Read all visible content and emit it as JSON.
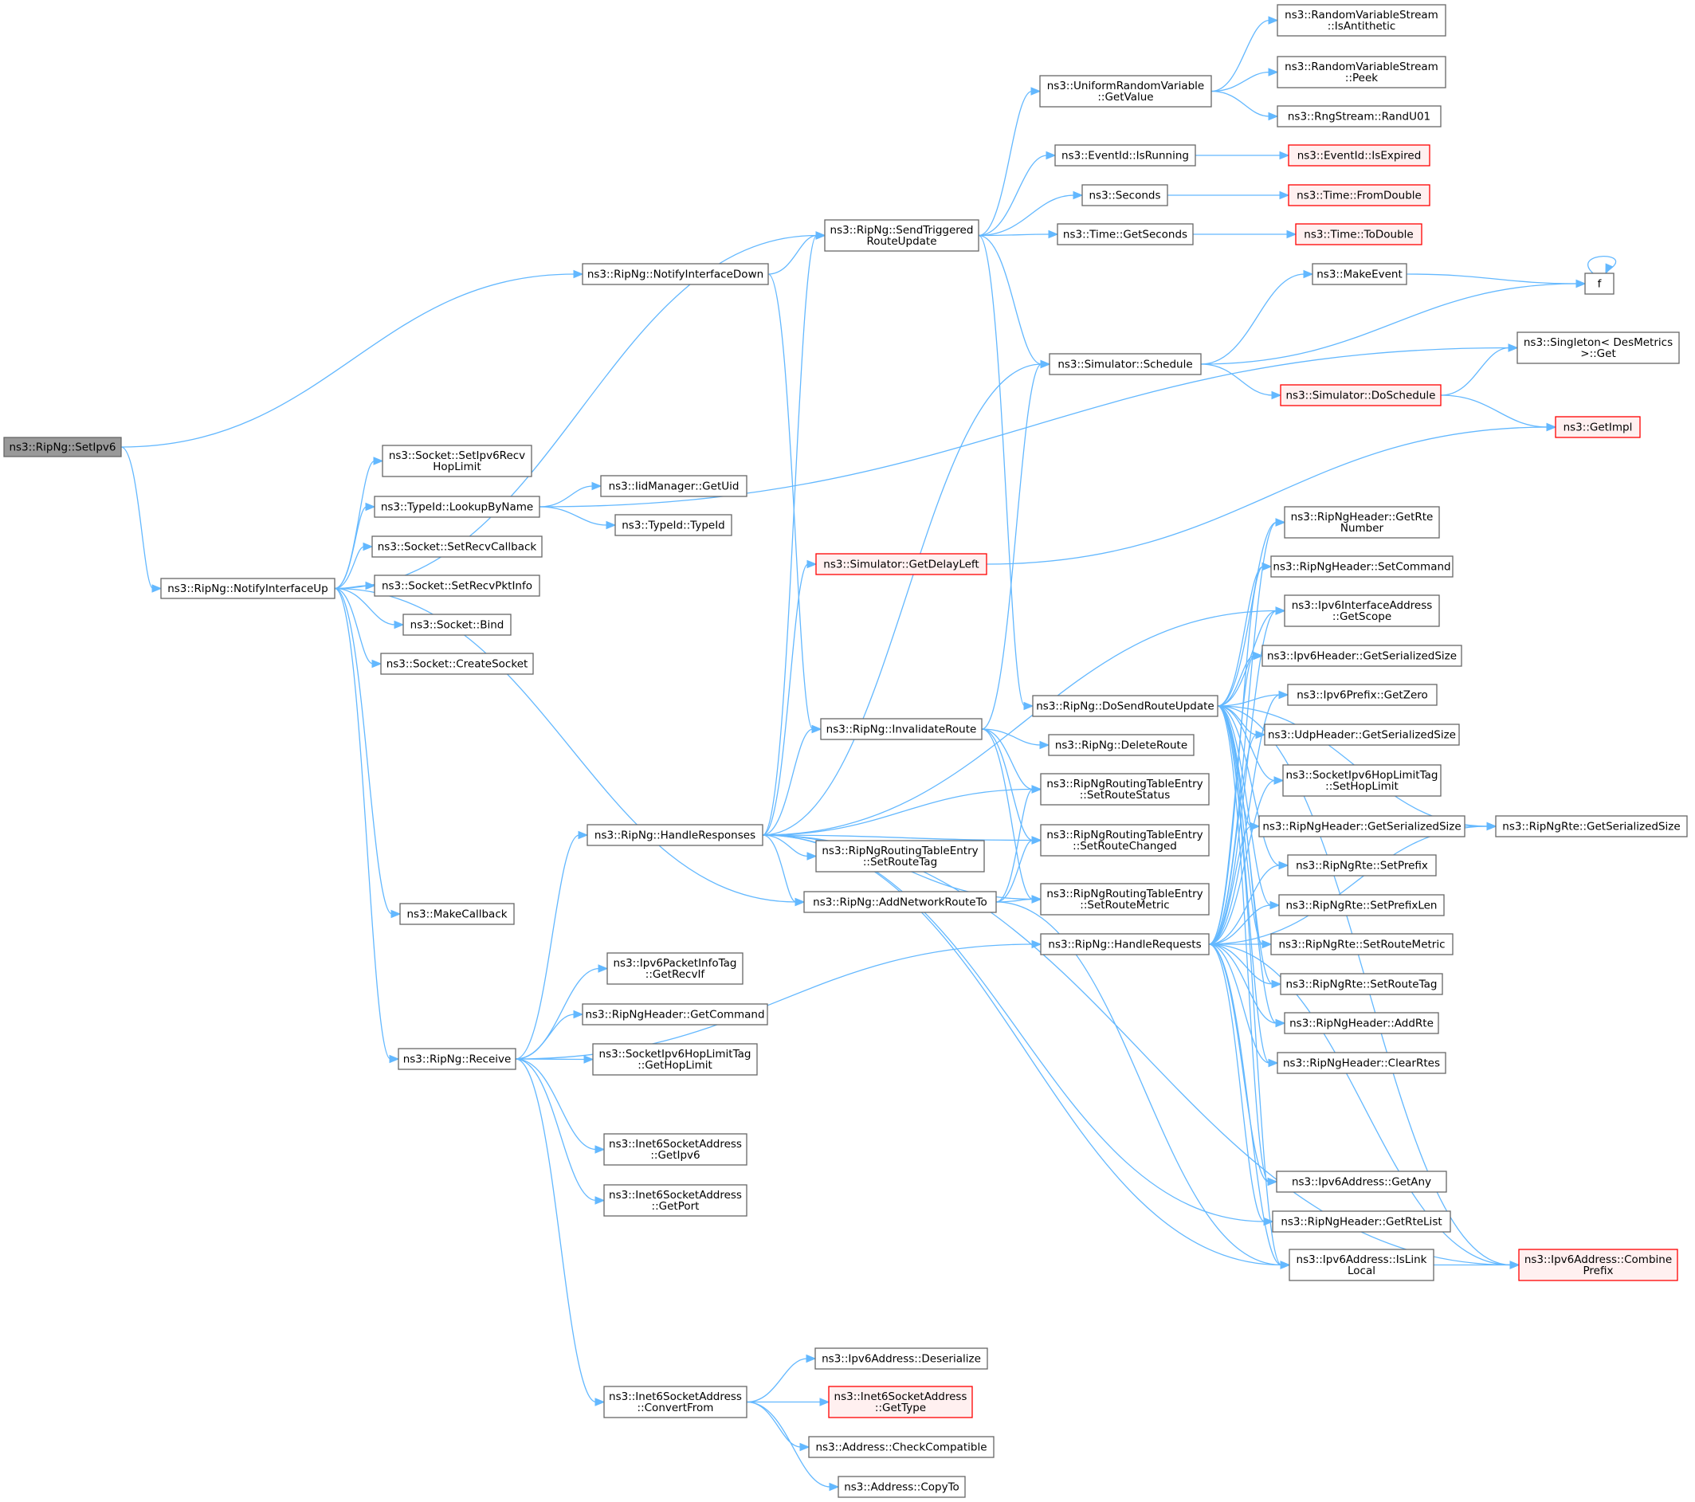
{
  "colors": {
    "edge": "#63b8ff",
    "node_border": "#666666",
    "root_fill": "#999999",
    "truncated_border": "#ff0000",
    "truncated_fill": "#fff0f0"
  },
  "nodes": [
    {
      "id": "setipv6",
      "lines": [
        "ns3::RipNg::SetIpv6"
      ],
      "kind": "root"
    },
    {
      "id": "notifyUp",
      "lines": [
        "ns3::RipNg::NotifyInterfaceUp"
      ]
    },
    {
      "id": "notifyDown",
      "lines": [
        "ns3::RipNg::NotifyInterfaceDown"
      ]
    },
    {
      "id": "sendTrig",
      "lines": [
        "ns3::RipNg::SendTriggered",
        "RouteUpdate"
      ]
    },
    {
      "id": "uniGetValue",
      "lines": [
        "ns3::UniformRandomVariable",
        "::GetValue"
      ]
    },
    {
      "id": "isAnti",
      "lines": [
        "ns3::RandomVariableStream",
        "::IsAntithetic"
      ]
    },
    {
      "id": "peek",
      "lines": [
        "ns3::RandomVariableStream",
        "::Peek"
      ]
    },
    {
      "id": "randU01",
      "lines": [
        "ns3::RngStream::RandU01"
      ]
    },
    {
      "id": "isRunning",
      "lines": [
        "ns3::EventId::IsRunning"
      ]
    },
    {
      "id": "isExpired",
      "lines": [
        "ns3::EventId::IsExpired"
      ],
      "kind": "trunc"
    },
    {
      "id": "seconds",
      "lines": [
        "ns3::Seconds"
      ]
    },
    {
      "id": "fromDouble",
      "lines": [
        "ns3::Time::FromDouble"
      ],
      "kind": "trunc"
    },
    {
      "id": "getSeconds",
      "lines": [
        "ns3::Time::GetSeconds"
      ]
    },
    {
      "id": "toDouble",
      "lines": [
        "ns3::Time::ToDouble"
      ],
      "kind": "trunc"
    },
    {
      "id": "makeEvent",
      "lines": [
        "ns3::MakeEvent"
      ]
    },
    {
      "id": "f",
      "lines": [
        "f"
      ]
    },
    {
      "id": "schedule",
      "lines": [
        "ns3::Simulator::Schedule"
      ]
    },
    {
      "id": "singleton",
      "lines": [
        "ns3::Singleton< DesMetrics",
        ">::Get"
      ]
    },
    {
      "id": "doSchedule",
      "lines": [
        "ns3::Simulator::DoSchedule"
      ],
      "kind": "trunc"
    },
    {
      "id": "getImpl",
      "lines": [
        "ns3::GetImpl"
      ],
      "kind": "trunc"
    },
    {
      "id": "setHopLimitRecv",
      "lines": [
        "ns3::Socket::SetIpv6Recv",
        "HopLimit"
      ]
    },
    {
      "id": "lookupByName",
      "lines": [
        "ns3::TypeId::LookupByName"
      ]
    },
    {
      "id": "getUid",
      "lines": [
        "ns3::IidManager::GetUid"
      ]
    },
    {
      "id": "typeId",
      "lines": [
        "ns3::TypeId::TypeId"
      ]
    },
    {
      "id": "setRecvCallback",
      "lines": [
        "ns3::Socket::SetRecvCallback"
      ]
    },
    {
      "id": "setRecvPktInfo",
      "lines": [
        "ns3::Socket::SetRecvPktInfo"
      ]
    },
    {
      "id": "bind",
      "lines": [
        "ns3::Socket::Bind"
      ]
    },
    {
      "id": "createSocket",
      "lines": [
        "ns3::Socket::CreateSocket"
      ]
    },
    {
      "id": "makeCallback",
      "lines": [
        "ns3::MakeCallback"
      ]
    },
    {
      "id": "getDelayLeft",
      "lines": [
        "ns3::Simulator::GetDelayLeft"
      ],
      "kind": "trunc"
    },
    {
      "id": "getRteNumber",
      "lines": [
        "ns3::RipNgHeader::GetRte",
        "Number"
      ]
    },
    {
      "id": "setCommand",
      "lines": [
        "ns3::RipNgHeader::SetCommand"
      ]
    },
    {
      "id": "getScope",
      "lines": [
        "ns3::Ipv6InterfaceAddress",
        "::GetScope"
      ]
    },
    {
      "id": "ipv6HdrSize",
      "lines": [
        "ns3::Ipv6Header::GetSerializedSize"
      ]
    },
    {
      "id": "doSend",
      "lines": [
        "ns3::RipNg::DoSendRouteUpdate"
      ]
    },
    {
      "id": "getZero",
      "lines": [
        "ns3::Ipv6Prefix::GetZero"
      ]
    },
    {
      "id": "invalidate",
      "lines": [
        "ns3::RipNg::InvalidateRoute"
      ]
    },
    {
      "id": "deleteRoute",
      "lines": [
        "ns3::RipNg::DeleteRoute"
      ]
    },
    {
      "id": "udpHdrSize",
      "lines": [
        "ns3::UdpHeader::GetSerializedSize"
      ]
    },
    {
      "id": "setRouteStatus",
      "lines": [
        "ns3::RipNgRoutingTableEntry",
        "::SetRouteStatus"
      ]
    },
    {
      "id": "setHopLimit",
      "lines": [
        "ns3::SocketIpv6HopLimitTag",
        "::SetHopLimit"
      ]
    },
    {
      "id": "handleResp",
      "lines": [
        "ns3::RipNg::HandleResponses"
      ]
    },
    {
      "id": "setRouteChanged",
      "lines": [
        "ns3::RipNgRoutingTableEntry",
        "::SetRouteChanged"
      ]
    },
    {
      "id": "ripHdrSize",
      "lines": [
        "ns3::RipNgHeader::GetSerializedSize"
      ]
    },
    {
      "id": "rteSize",
      "lines": [
        "ns3::RipNgRte::GetSerializedSize"
      ]
    },
    {
      "id": "setRouteTagEntry",
      "lines": [
        "ns3::RipNgRoutingTableEntry",
        "::SetRouteTag"
      ]
    },
    {
      "id": "setPrefix",
      "lines": [
        "ns3::RipNgRte::SetPrefix"
      ]
    },
    {
      "id": "addNetwork",
      "lines": [
        "ns3::RipNg::AddNetworkRouteTo"
      ]
    },
    {
      "id": "setRouteMetricEntry",
      "lines": [
        "ns3::RipNgRoutingTableEntry",
        "::SetRouteMetric"
      ]
    },
    {
      "id": "setPrefixLen",
      "lines": [
        "ns3::RipNgRte::SetPrefixLen"
      ]
    },
    {
      "id": "handleReq",
      "lines": [
        "ns3::RipNg::HandleRequests"
      ]
    },
    {
      "id": "rteSetRouteMetric",
      "lines": [
        "ns3::RipNgRte::SetRouteMetric"
      ]
    },
    {
      "id": "getRecvIf",
      "lines": [
        "ns3::Ipv6PacketInfoTag",
        "::GetRecvIf"
      ]
    },
    {
      "id": "rteSetRouteTag",
      "lines": [
        "ns3::RipNgRte::SetRouteTag"
      ]
    },
    {
      "id": "getCommand",
      "lines": [
        "ns3::RipNgHeader::GetCommand"
      ]
    },
    {
      "id": "addRte",
      "lines": [
        "ns3::RipNgHeader::AddRte"
      ]
    },
    {
      "id": "receive",
      "lines": [
        "ns3::RipNg::Receive"
      ]
    },
    {
      "id": "getHopLimit",
      "lines": [
        "ns3::SocketIpv6HopLimitTag",
        "::GetHopLimit"
      ]
    },
    {
      "id": "clearRtes",
      "lines": [
        "ns3::RipNgHeader::ClearRtes"
      ]
    },
    {
      "id": "inetGetIpv6",
      "lines": [
        "ns3::Inet6SocketAddress",
        "::GetIpv6"
      ]
    },
    {
      "id": "getAny",
      "lines": [
        "ns3::Ipv6Address::GetAny"
      ]
    },
    {
      "id": "inetGetPort",
      "lines": [
        "ns3::Inet6SocketAddress",
        "::GetPort"
      ]
    },
    {
      "id": "getRteList",
      "lines": [
        "ns3::RipNgHeader::GetRteList"
      ]
    },
    {
      "id": "isLinkLocal",
      "lines": [
        "ns3::Ipv6Address::IsLink",
        "Local"
      ]
    },
    {
      "id": "combinePrefix",
      "lines": [
        "ns3::Ipv6Address::Combine",
        "Prefix"
      ],
      "kind": "trunc"
    },
    {
      "id": "deserialize",
      "lines": [
        "ns3::Ipv6Address::Deserialize"
      ]
    },
    {
      "id": "convertFrom",
      "lines": [
        "ns3::Inet6SocketAddress",
        "::ConvertFrom"
      ]
    },
    {
      "id": "inetGetType",
      "lines": [
        "ns3::Inet6SocketAddress",
        "::GetType"
      ],
      "kind": "trunc"
    },
    {
      "id": "checkCompat",
      "lines": [
        "ns3::Address::CheckCompatible"
      ]
    },
    {
      "id": "copyTo",
      "lines": [
        "ns3::Address::CopyTo"
      ]
    }
  ],
  "edges": [
    [
      "setipv6",
      "notifyDown"
    ],
    [
      "setipv6",
      "notifyUp"
    ],
    [
      "notifyUp",
      "sendTrig"
    ],
    [
      "notifyUp",
      "setHopLimitRecv"
    ],
    [
      "notifyUp",
      "lookupByName"
    ],
    [
      "notifyUp",
      "setRecvCallback"
    ],
    [
      "notifyUp",
      "setRecvPktInfo"
    ],
    [
      "notifyUp",
      "bind"
    ],
    [
      "notifyUp",
      "createSocket"
    ],
    [
      "notifyUp",
      "makeCallback"
    ],
    [
      "notifyUp",
      "receive"
    ],
    [
      "notifyUp",
      "addNetwork"
    ],
    [
      "notifyDown",
      "sendTrig"
    ],
    [
      "notifyDown",
      "invalidate"
    ],
    [
      "sendTrig",
      "uniGetValue"
    ],
    [
      "sendTrig",
      "isRunning"
    ],
    [
      "sendTrig",
      "seconds"
    ],
    [
      "sendTrig",
      "getSeconds"
    ],
    [
      "sendTrig",
      "schedule"
    ],
    [
      "sendTrig",
      "doSend"
    ],
    [
      "uniGetValue",
      "isAnti"
    ],
    [
      "uniGetValue",
      "peek"
    ],
    [
      "uniGetValue",
      "randU01"
    ],
    [
      "isRunning",
      "isExpired"
    ],
    [
      "seconds",
      "fromDouble"
    ],
    [
      "getSeconds",
      "toDouble"
    ],
    [
      "makeEvent",
      "f"
    ],
    [
      "f",
      "f"
    ],
    [
      "schedule",
      "makeEvent"
    ],
    [
      "schedule",
      "f"
    ],
    [
      "schedule",
      "doSchedule"
    ],
    [
      "doSchedule",
      "singleton"
    ],
    [
      "doSchedule",
      "getImpl"
    ],
    [
      "lookupByName",
      "singleton"
    ],
    [
      "lookupByName",
      "getUid"
    ],
    [
      "lookupByName",
      "typeId"
    ],
    [
      "getDelayLeft",
      "getImpl"
    ],
    [
      "invalidate",
      "schedule"
    ],
    [
      "invalidate",
      "deleteRoute"
    ],
    [
      "invalidate",
      "setRouteStatus"
    ],
    [
      "invalidate",
      "setRouteChanged"
    ],
    [
      "invalidate",
      "setRouteMetricEntry"
    ],
    [
      "handleResp",
      "sendTrig"
    ],
    [
      "handleResp",
      "schedule"
    ],
    [
      "handleResp",
      "getDelayLeft"
    ],
    [
      "handleResp",
      "invalidate"
    ],
    [
      "handleResp",
      "setRouteStatus"
    ],
    [
      "handleResp",
      "setRouteChanged"
    ],
    [
      "handleResp",
      "setRouteTagEntry"
    ],
    [
      "handleResp",
      "setRouteMetricEntry"
    ],
    [
      "handleResp",
      "addNetwork"
    ],
    [
      "handleResp",
      "getScope"
    ],
    [
      "handleResp",
      "getRteList"
    ],
    [
      "handleResp",
      "isLinkLocal"
    ],
    [
      "handleResp",
      "combinePrefix"
    ],
    [
      "addNetwork",
      "setRouteStatus"
    ],
    [
      "addNetwork",
      "setRouteChanged"
    ],
    [
      "addNetwork",
      "setRouteMetricEntry"
    ],
    [
      "addNetwork",
      "isLinkLocal"
    ],
    [
      "receive",
      "handleResp"
    ],
    [
      "receive",
      "handleReq"
    ],
    [
      "receive",
      "getRecvIf"
    ],
    [
      "receive",
      "getCommand"
    ],
    [
      "receive",
      "getHopLimit"
    ],
    [
      "receive",
      "inetGetIpv6"
    ],
    [
      "receive",
      "inetGetPort"
    ],
    [
      "receive",
      "convertFrom"
    ],
    [
      "convertFrom",
      "deserialize"
    ],
    [
      "convertFrom",
      "inetGetType"
    ],
    [
      "convertFrom",
      "checkCompat"
    ],
    [
      "convertFrom",
      "copyTo"
    ],
    [
      "ripHdrSize",
      "rteSize"
    ],
    [
      "isLinkLocal",
      "combinePrefix"
    ],
    [
      "doSend",
      "getRteNumber"
    ],
    [
      "doSend",
      "setCommand"
    ],
    [
      "doSend",
      "getScope"
    ],
    [
      "doSend",
      "ipv6HdrSize"
    ],
    [
      "doSend",
      "getZero"
    ],
    [
      "doSend",
      "udpHdrSize"
    ],
    [
      "doSend",
      "setHopLimit"
    ],
    [
      "doSend",
      "ripHdrSize"
    ],
    [
      "doSend",
      "setPrefix"
    ],
    [
      "doSend",
      "setPrefixLen"
    ],
    [
      "doSend",
      "rteSetRouteMetric"
    ],
    [
      "doSend",
      "rteSetRouteTag"
    ],
    [
      "doSend",
      "addRte"
    ],
    [
      "doSend",
      "clearRtes"
    ],
    [
      "doSend",
      "getAny"
    ],
    [
      "doSend",
      "isLinkLocal"
    ],
    [
      "doSend",
      "combinePrefix"
    ],
    [
      "doSend",
      "rteSize"
    ],
    [
      "handleReq",
      "getRteNumber"
    ],
    [
      "handleReq",
      "setCommand"
    ],
    [
      "handleReq",
      "getScope"
    ],
    [
      "handleReq",
      "ipv6HdrSize"
    ],
    [
      "handleReq",
      "getZero"
    ],
    [
      "handleReq",
      "udpHdrSize"
    ],
    [
      "handleReq",
      "setHopLimit"
    ],
    [
      "handleReq",
      "ripHdrSize"
    ],
    [
      "handleReq",
      "setPrefix"
    ],
    [
      "handleReq",
      "setPrefixLen"
    ],
    [
      "handleReq",
      "rteSetRouteMetric"
    ],
    [
      "handleReq",
      "rteSetRouteTag"
    ],
    [
      "handleReq",
      "addRte"
    ],
    [
      "handleReq",
      "clearRtes"
    ],
    [
      "handleReq",
      "getAny"
    ],
    [
      "handleReq",
      "getRteList"
    ],
    [
      "handleReq",
      "isLinkLocal"
    ],
    [
      "handleReq",
      "combinePrefix"
    ],
    [
      "handleReq",
      "rteSize"
    ]
  ]
}
